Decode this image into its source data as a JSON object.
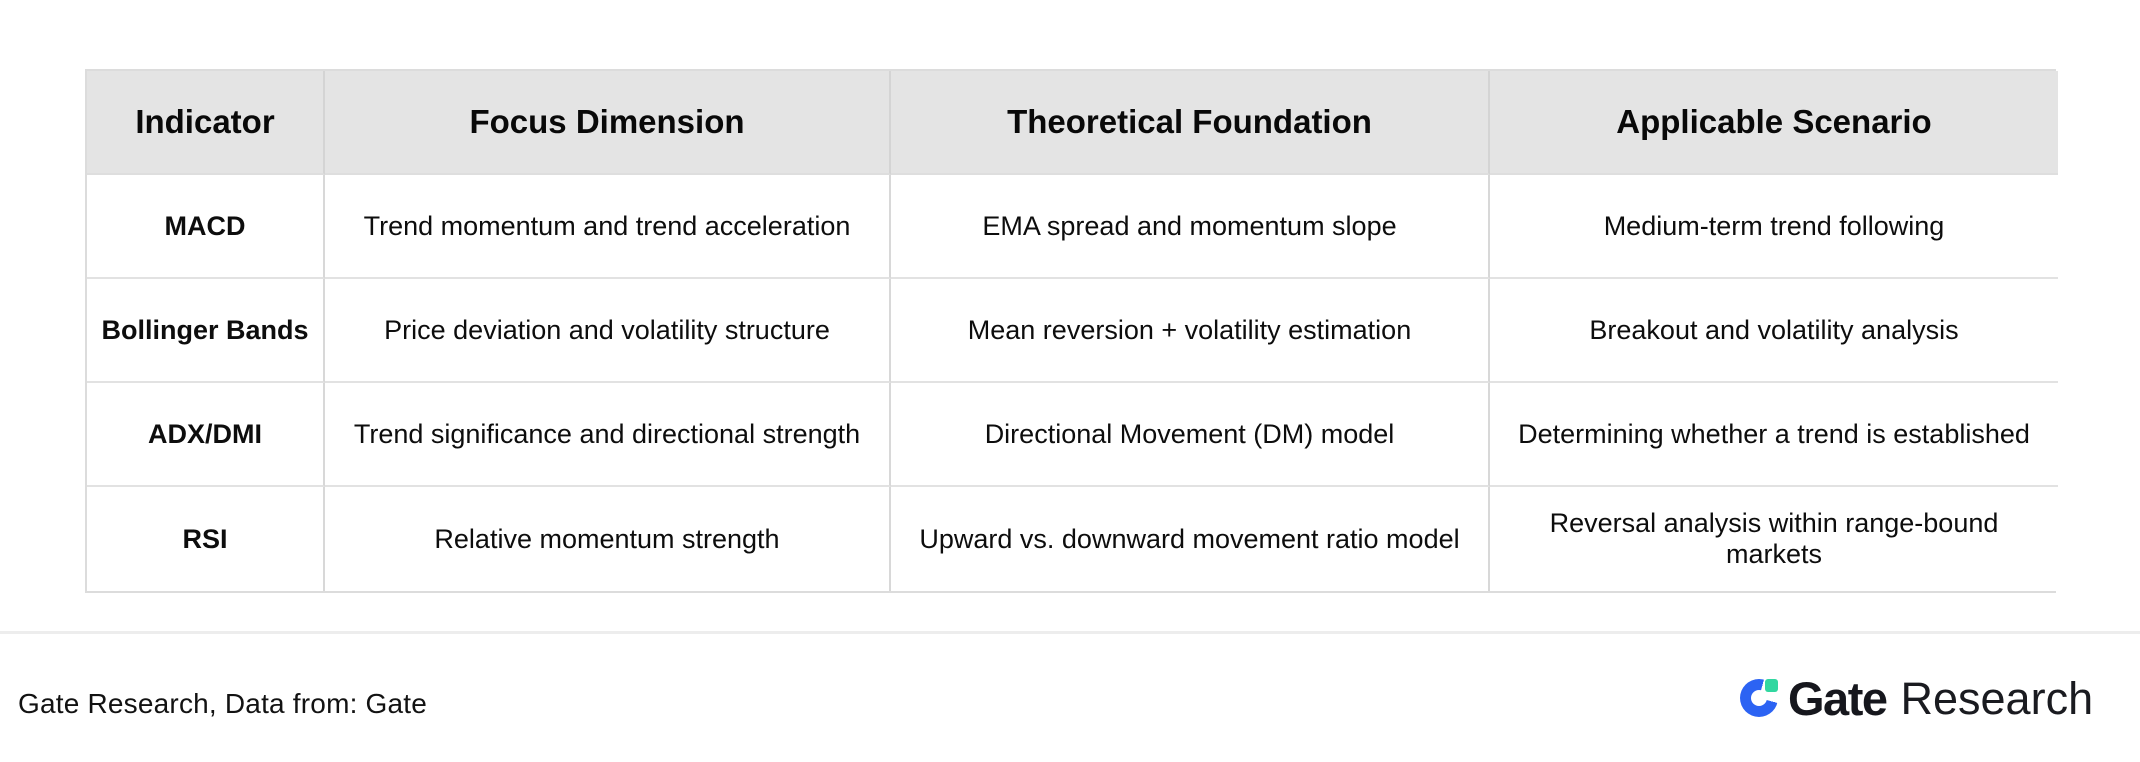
{
  "chart_data": {
    "type": "table",
    "columns": [
      "Indicator",
      "Focus Dimension",
      "Theoretical Foundation",
      "Applicable Scenario"
    ],
    "rows": [
      [
        "MACD",
        "Trend momentum and trend acceleration",
        "EMA spread and momentum slope",
        "Medium-term trend following"
      ],
      [
        "Bollinger Bands",
        "Price deviation and volatility structure",
        "Mean reversion + volatility estimation",
        "Breakout and volatility analysis"
      ],
      [
        "ADX/DMI",
        "Trend significance and directional strength",
        "Directional Movement (DM) model",
        "Determining whether a trend is established"
      ],
      [
        "RSI",
        "Relative momentum strength",
        "Upward vs. downward movement ratio model",
        "Reversal analysis within range-bound markets"
      ]
    ],
    "layout_hints": {
      "header_background": "#e4e4e4",
      "body_background": "#ffffff",
      "grid": "on",
      "text_align": "center"
    }
  },
  "footer": {
    "attribution": "Gate Research, Data from: Gate",
    "logo": {
      "brand": "Gate",
      "suffix": "Research"
    }
  },
  "colors": {
    "header_bg": "#e4e4e4",
    "table_border": "#dcdcdc",
    "column_divider": "#d8d8d8",
    "row_divider": "#e2e2e2",
    "footer_separator": "#ededed",
    "text": "#0d0d0d",
    "logo_blue": "#2c63f3",
    "logo_green": "#31d7a0",
    "logo_text": "#16171d"
  }
}
